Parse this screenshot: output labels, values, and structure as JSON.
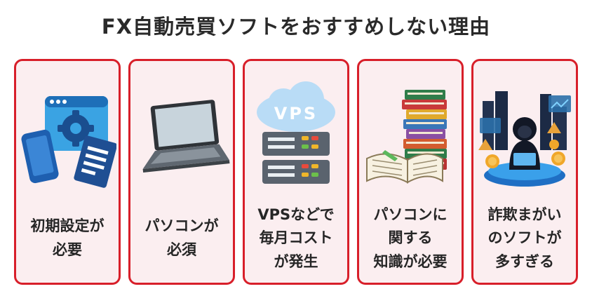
{
  "title": "FX自動売買ソフトをおすすめしない理由",
  "colors": {
    "accent": "#d81f2a",
    "card_bg": "#fbeef0"
  },
  "cards": [
    {
      "icon": "app-settings-icon",
      "label": "初期設定が\n必要"
    },
    {
      "icon": "laptop-icon",
      "label": "パソコンが\n必須"
    },
    {
      "icon": "vps-server-icon",
      "label": "VPSなどで\n毎月コスト\nが発生",
      "server_text": "VPS"
    },
    {
      "icon": "books-icon",
      "label": "パソコンに\n関する\n知識が必要"
    },
    {
      "icon": "hacker-icon",
      "label": "詐欺まがい\nのソフトが\n多すぎる"
    }
  ]
}
